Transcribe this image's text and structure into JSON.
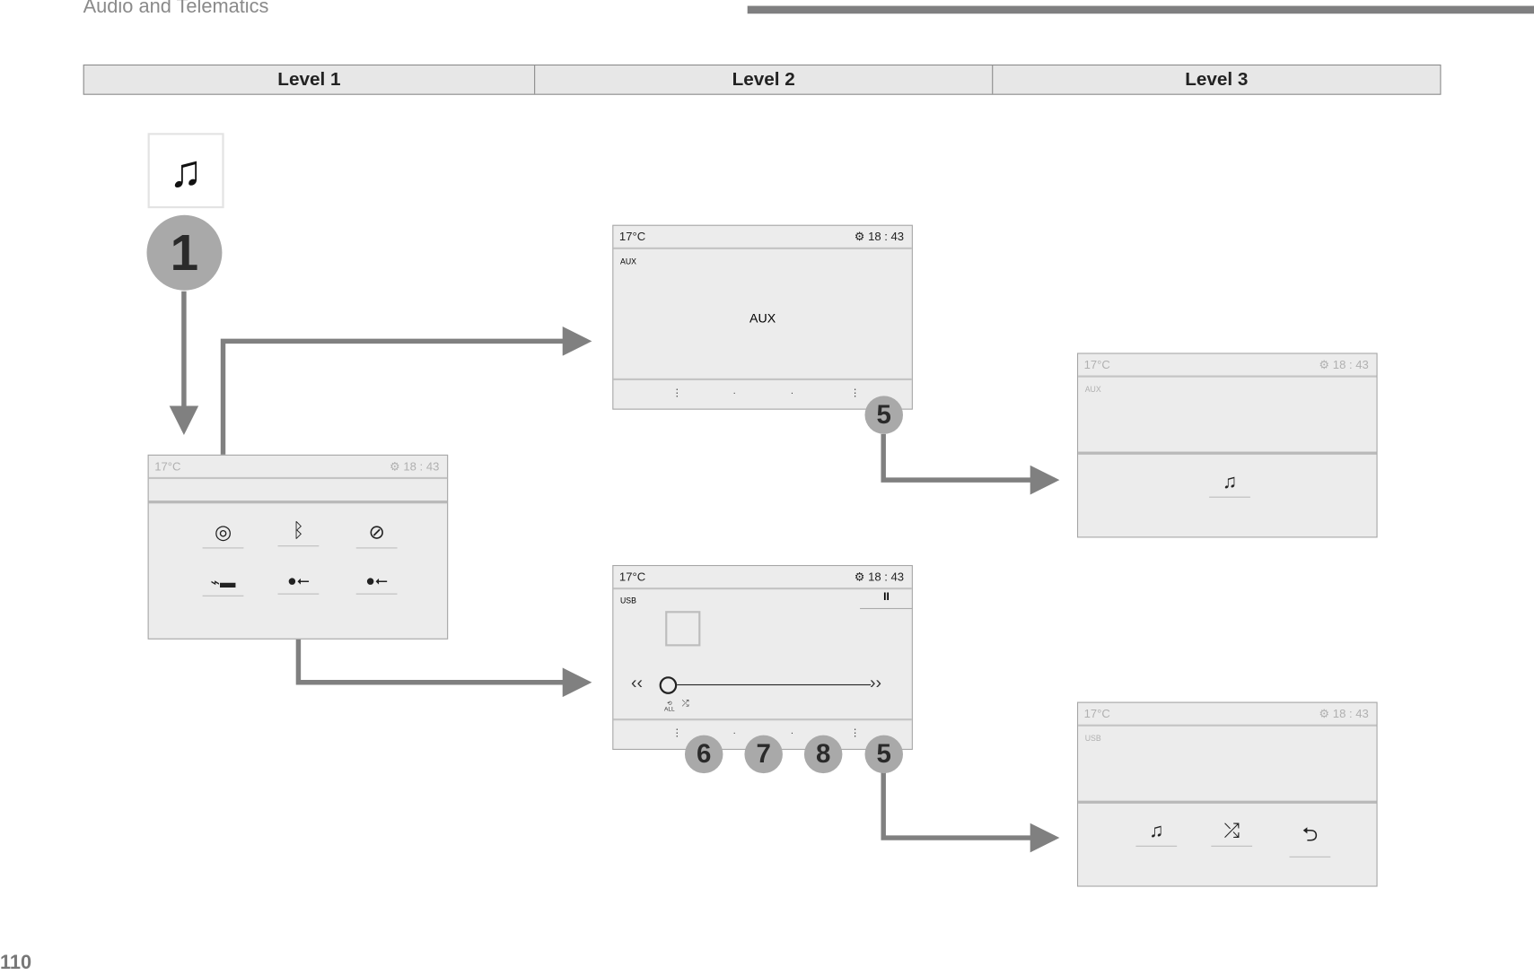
{
  "header": {
    "title": "Audio and Telematics"
  },
  "levels": [
    "Level 1",
    "Level 2",
    "Level 3"
  ],
  "icons": {
    "media": "music-note-icon"
  },
  "callouts": {
    "main": "1",
    "aux_settings": "5",
    "usb_prev": "6",
    "usb_play": "7",
    "usb_next": "8",
    "usb_settings": "5"
  },
  "status": {
    "temp": "17°C",
    "time": "18 : 43"
  },
  "screens": {
    "source_select": {
      "sources": [
        "radio-icon",
        "bluetooth-icon",
        "cd-icon",
        "aux-jack-icon",
        "usb-icon",
        "usb-icon"
      ]
    },
    "aux": {
      "source_label": "AUX",
      "center_label": "AUX"
    },
    "aux_settings": {
      "source_label": "AUX",
      "items": [
        "music-settings-icon"
      ]
    },
    "usb": {
      "source_label": "USB",
      "pause": "II",
      "repeat": "ALL"
    },
    "usb_settings": {
      "source_label": "USB",
      "items": [
        "music-settings-icon",
        "shuffle-icon",
        "repeat-icon"
      ]
    }
  },
  "colors": {
    "arrow": "#808080",
    "callout": "#a9a9a9",
    "screen": "#ececec"
  },
  "page_number": "110"
}
